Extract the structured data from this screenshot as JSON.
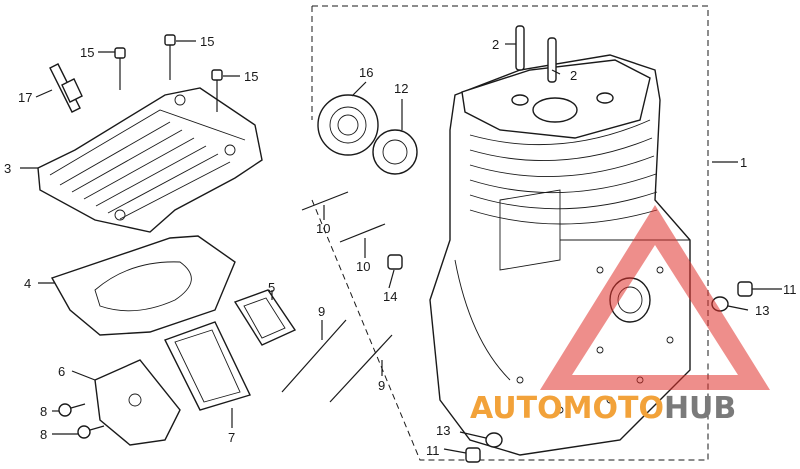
{
  "labels": {
    "l1": "1",
    "l2a": "2",
    "l2b": "2",
    "l3": "3",
    "l4": "4",
    "l5": "5",
    "l6": "6",
    "l7": "7",
    "l8a": "8",
    "l8b": "8",
    "l9a": "9",
    "l9b": "9",
    "l10a": "10",
    "l10b": "10",
    "l11a": "11",
    "l11b": "11",
    "l12": "12",
    "l13a": "13",
    "l13b": "13",
    "l14": "14",
    "l15a": "15",
    "l15b": "15",
    "l15c": "15",
    "l16": "16",
    "l17": "17"
  },
  "watermark": {
    "part1": "AUTO",
    "part2": "MOTO",
    "part3": "HUB",
    "color_orange": "#f2a23a",
    "color_gray": "#7a7a7a",
    "color_red": "#e0322b"
  }
}
